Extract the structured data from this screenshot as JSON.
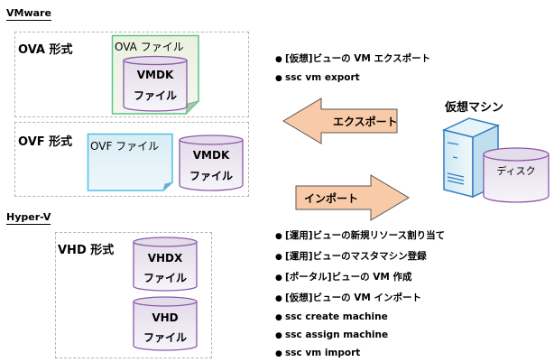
{
  "vmware": {
    "title": "VMware",
    "ova": {
      "label": "OVA 形式",
      "file_label": "OVA ファイル",
      "disk": [
        "VMDK",
        "ファイル"
      ]
    },
    "ovf": {
      "label": "OVF 形式",
      "file_label": "OVF ファイル",
      "disk": [
        "VMDK",
        "ファイル"
      ]
    }
  },
  "hyperv": {
    "title": "Hyper-V",
    "vhd": {
      "label": "VHD 形式",
      "disks": [
        [
          "VHDX",
          "ファイル"
        ],
        [
          "VHD",
          "ファイル"
        ]
      ]
    }
  },
  "export": {
    "label": "エクスポート",
    "methods": [
      "[仮想]ビューの VM エクスポート",
      "ssc vm export"
    ]
  },
  "import": {
    "label": "インポート",
    "methods": [
      "[運用]ビューの新規リソース割り当て",
      "[運用]ビューのマスタマシン登録",
      "[ポータル]ビューの VM 作成",
      "[仮想]ビューの VM インポート",
      "ssc create machine",
      "ssc assign machine",
      "ssc vm import"
    ]
  },
  "vm": {
    "title": "仮想マシン",
    "disk_label": "ディスク"
  },
  "colors": {
    "ova_note_border": "#5cc386",
    "ovf_note_border": "#4fc0e8",
    "cyl_border": "#8a5aa8",
    "arrow_fill": "#f9caa7",
    "server": "#2f7fc1"
  }
}
